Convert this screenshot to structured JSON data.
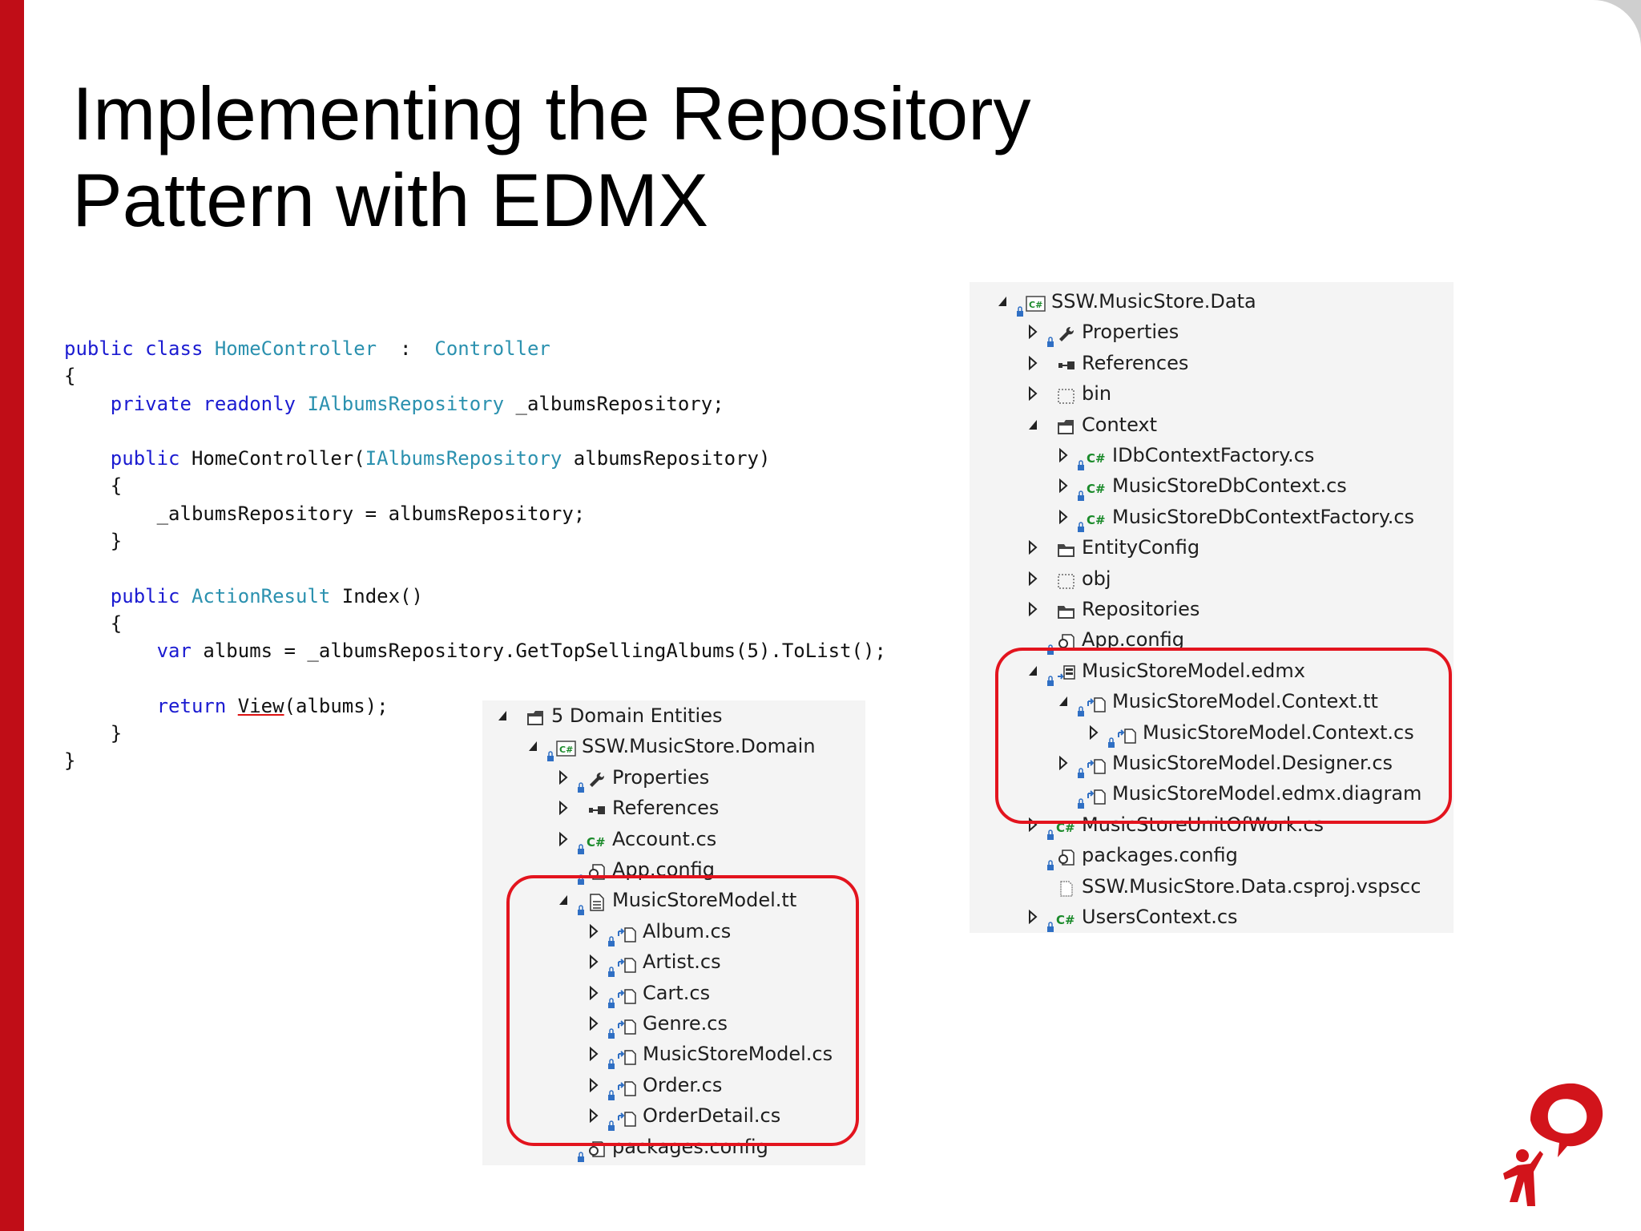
{
  "slide": {
    "title_line1": "Implementing the Repository",
    "title_line2": "Pattern with EDMX"
  },
  "code_lines": [
    [
      [
        "kw",
        "public class "
      ],
      [
        "ty",
        "HomeController"
      ],
      [
        "",
        "  :  "
      ],
      [
        "ty",
        "Controller"
      ]
    ],
    [
      [
        "",
        "{"
      ]
    ],
    [
      [
        "",
        "    "
      ],
      [
        "kw",
        "private readonly "
      ],
      [
        "ty",
        "IAlbumsRepository"
      ],
      [
        "",
        " _albumsRepository;"
      ]
    ],
    [
      [
        "",
        ""
      ]
    ],
    [
      [
        "",
        "    "
      ],
      [
        "kw",
        "public "
      ],
      [
        "",
        "HomeController("
      ],
      [
        "ty",
        "IAlbumsRepository"
      ],
      [
        "",
        " albumsRepository)"
      ]
    ],
    [
      [
        "",
        "    {"
      ]
    ],
    [
      [
        "",
        "        _albumsRepository = albumsRepository;"
      ]
    ],
    [
      [
        "",
        "    }"
      ]
    ],
    [
      [
        "",
        ""
      ]
    ],
    [
      [
        "",
        "    "
      ],
      [
        "kw",
        "public "
      ],
      [
        "ty",
        "ActionResult"
      ],
      [
        "",
        " Index()"
      ]
    ],
    [
      [
        "",
        "    {"
      ]
    ],
    [
      [
        "",
        "        "
      ],
      [
        "kw",
        "var "
      ],
      [
        "",
        "albums = _albumsRepository.GetTopSellingAlbums(5).ToList();"
      ]
    ],
    [
      [
        "",
        ""
      ]
    ],
    [
      [
        "",
        "        "
      ],
      [
        "kw",
        "return "
      ],
      [
        "u",
        "View"
      ],
      [
        "",
        "(albums);"
      ]
    ],
    [
      [
        "",
        "    }"
      ]
    ],
    [
      [
        "",
        "}"
      ]
    ]
  ],
  "domain_tree": [
    {
      "level": 0,
      "arrow": "expanded",
      "lock": false,
      "icon": "solution-folder-icon",
      "label": "5 Domain Entities"
    },
    {
      "level": 1,
      "arrow": "expanded",
      "lock": true,
      "icon": "csharp-project-icon",
      "label": "SSW.MusicStore.Domain"
    },
    {
      "level": 2,
      "arrow": "collapsed",
      "lock": true,
      "icon": "wrench-icon",
      "label": "Properties"
    },
    {
      "level": 2,
      "arrow": "collapsed",
      "lock": false,
      "icon": "references-icon",
      "label": "References"
    },
    {
      "level": 2,
      "arrow": "collapsed",
      "lock": true,
      "icon": "csharp-file-icon",
      "label": "Account.cs"
    },
    {
      "level": 2,
      "arrow": "none",
      "lock": true,
      "icon": "config-file-icon",
      "label": "App.config"
    },
    {
      "level": 2,
      "arrow": "expanded",
      "lock": true,
      "icon": "template-file-icon",
      "label": "MusicStoreModel.tt"
    },
    {
      "level": 3,
      "arrow": "collapsed",
      "lock": true,
      "icon": "generated-file-icon",
      "label": "Album.cs"
    },
    {
      "level": 3,
      "arrow": "collapsed",
      "lock": true,
      "icon": "generated-file-icon",
      "label": "Artist.cs"
    },
    {
      "level": 3,
      "arrow": "collapsed",
      "lock": true,
      "icon": "generated-file-icon",
      "label": "Cart.cs"
    },
    {
      "level": 3,
      "arrow": "collapsed",
      "lock": true,
      "icon": "generated-file-icon",
      "label": "Genre.cs"
    },
    {
      "level": 3,
      "arrow": "collapsed",
      "lock": true,
      "icon": "generated-file-icon",
      "label": "MusicStoreModel.cs"
    },
    {
      "level": 3,
      "arrow": "collapsed",
      "lock": true,
      "icon": "generated-file-icon",
      "label": "Order.cs"
    },
    {
      "level": 3,
      "arrow": "collapsed",
      "lock": true,
      "icon": "generated-file-icon",
      "label": "OrderDetail.cs"
    },
    {
      "level": 2,
      "arrow": "none",
      "lock": true,
      "icon": "config-file-icon",
      "label": "packages.config"
    }
  ],
  "data_tree": [
    {
      "level": 0,
      "arrow": "expanded",
      "lock": true,
      "icon": "csharp-project-icon",
      "label": "SSW.MusicStore.Data"
    },
    {
      "level": 1,
      "arrow": "collapsed",
      "lock": true,
      "icon": "wrench-icon",
      "label": "Properties"
    },
    {
      "level": 1,
      "arrow": "collapsed",
      "lock": false,
      "icon": "references-icon",
      "label": "References"
    },
    {
      "level": 1,
      "arrow": "collapsed",
      "lock": false,
      "icon": "dotted-folder-icon",
      "label": "bin"
    },
    {
      "level": 1,
      "arrow": "expanded",
      "lock": false,
      "icon": "open-folder-icon",
      "label": "Context"
    },
    {
      "level": 2,
      "arrow": "collapsed",
      "lock": true,
      "icon": "csharp-file-icon",
      "label": "IDbContextFactory.cs"
    },
    {
      "level": 2,
      "arrow": "collapsed",
      "lock": true,
      "icon": "csharp-file-icon",
      "label": "MusicStoreDbContext.cs"
    },
    {
      "level": 2,
      "arrow": "collapsed",
      "lock": true,
      "icon": "csharp-file-icon",
      "label": "MusicStoreDbContextFactory.cs"
    },
    {
      "level": 1,
      "arrow": "collapsed",
      "lock": false,
      "icon": "folder-icon",
      "label": "EntityConfig"
    },
    {
      "level": 1,
      "arrow": "collapsed",
      "lock": false,
      "icon": "dotted-folder-icon",
      "label": "obj"
    },
    {
      "level": 1,
      "arrow": "collapsed",
      "lock": false,
      "icon": "folder-icon",
      "label": "Repositories"
    },
    {
      "level": 1,
      "arrow": "none",
      "lock": true,
      "icon": "config-file-icon",
      "label": "App.config"
    },
    {
      "level": 1,
      "arrow": "expanded",
      "lock": true,
      "icon": "edmx-file-icon",
      "label": "MusicStoreModel.edmx"
    },
    {
      "level": 2,
      "arrow": "expanded",
      "lock": true,
      "icon": "generated-file-icon",
      "label": "MusicStoreModel.Context.tt"
    },
    {
      "level": 3,
      "arrow": "collapsed",
      "lock": true,
      "icon": "generated-file-icon",
      "label": "MusicStoreModel.Context.cs"
    },
    {
      "level": 2,
      "arrow": "collapsed",
      "lock": true,
      "icon": "generated-file-icon",
      "label": "MusicStoreModel.Designer.cs"
    },
    {
      "level": 2,
      "arrow": "none",
      "lock": true,
      "icon": "generated-file-icon",
      "label": "MusicStoreModel.edmx.diagram"
    },
    {
      "level": 1,
      "arrow": "collapsed",
      "lock": true,
      "icon": "csharp-file-icon",
      "label": "MusicStoreUnitOfWork.cs"
    },
    {
      "level": 1,
      "arrow": "none",
      "lock": true,
      "icon": "config-file-icon",
      "label": "packages.config"
    },
    {
      "level": 1,
      "arrow": "none",
      "lock": false,
      "icon": "blank-file-icon",
      "label": "SSW.MusicStore.Data.csproj.vspscc"
    },
    {
      "level": 1,
      "arrow": "collapsed",
      "lock": true,
      "icon": "csharp-file-icon",
      "label": "UsersContext.cs"
    }
  ],
  "colors": {
    "accent_red": "#c00d17",
    "highlight_red": "#e3141e",
    "keyword_blue": "#1b1bd1",
    "type_teal": "#2b91af",
    "csharp_green": "#1a8a2a",
    "lock_blue": "#2f6fc4"
  },
  "logo": {
    "icon": "ssw-logo-icon"
  }
}
